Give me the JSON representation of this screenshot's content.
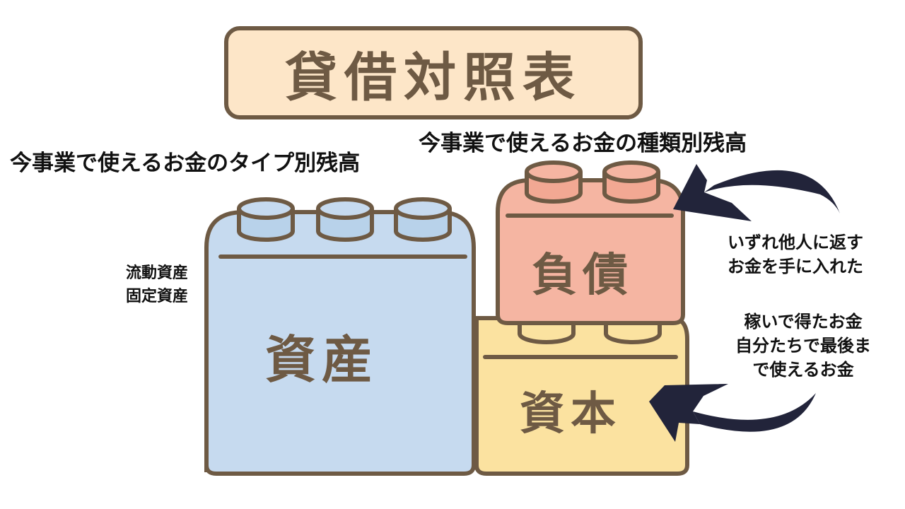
{
  "title": "貸借対照表",
  "captions": {
    "left": "今事業で使えるお金のタイプ別残高",
    "right": "今事業で使えるお金の種類別残高"
  },
  "blocks": {
    "assets": {
      "label": "資産",
      "color": "#c6daef",
      "items": [
        "流動資産",
        "固定資産"
      ]
    },
    "liabilities": {
      "label": "負債",
      "color": "#f5b5a2",
      "note_lines": [
        "いずれ他人に返す",
        "お金を手に入れた"
      ]
    },
    "equity": {
      "label": "資本",
      "color": "#fbe2a0",
      "note_lines": [
        "稼いで得たお金",
        "自分たちで最後ま",
        "で使えるお金"
      ]
    }
  },
  "colors": {
    "outline": "#6e5a44",
    "title_bg": "#fde6c8",
    "arrow": "#22243a",
    "text": "#111111"
  },
  "icons": {
    "arrow_to_liabilities": "curved-arrow-left",
    "arrow_to_equity": "curved-arrow-left"
  }
}
